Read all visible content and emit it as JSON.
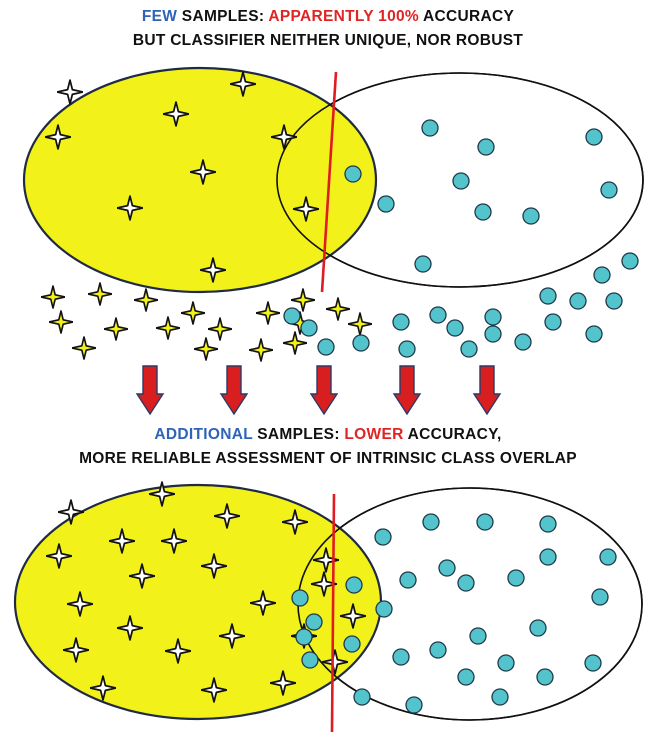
{
  "top_caption": {
    "line1": {
      "few": "FEW",
      "samples": " SAMPLES: ",
      "apparent": "APPARENTLY 100%",
      "accuracy": " ACCURACY"
    },
    "line2": "BUT CLASSIFIER NEITHER UNIQUE, NOR ROBUST"
  },
  "bottom_caption": {
    "line1": {
      "additional": "ADDITIONAL",
      "samples": " SAMPLES: ",
      "lower": "LOWER",
      "accuracy": " ACCURACY,"
    },
    "line2": "MORE RELIABLE ASSESSMENT OF INTRINSIC CLASS OVERLAP"
  },
  "colors": {
    "class_a_fill": "#f2f21a",
    "class_b_dot": "#53c4cc",
    "boundary": "#e01b24",
    "arrow": "#d81e1e",
    "arrow_outline": "#2b3a67",
    "outline": "#1f2a44"
  },
  "icons": {
    "class_a": "four-point-star",
    "class_b": "circle"
  }
}
